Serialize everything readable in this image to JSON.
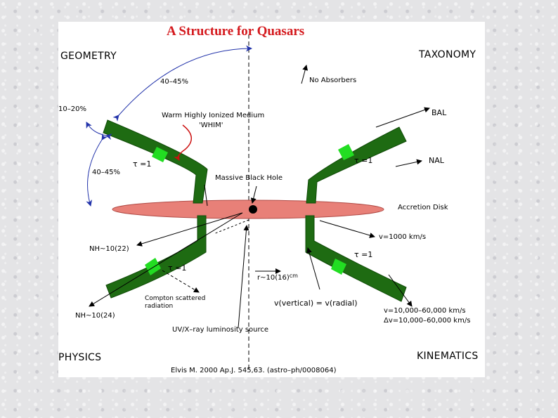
{
  "title": "A Structure for Quasars",
  "quadrants": {
    "top_left": "GEOMETRY",
    "top_right": "TAXONOMY",
    "bottom_left": "PHYSICS",
    "bottom_right": "KINEMATICS"
  },
  "geometry": {
    "angle_top": "40–45%",
    "angle_side": "10–20%",
    "angle_lower": "40–45%"
  },
  "taxonomy": {
    "no_absorbers": "No Absorbers",
    "bal": "BAL",
    "nal": "NAL"
  },
  "components": {
    "whim_line1": "Warm Highly Ionized Medium",
    "whim_line2": "'WHIM'",
    "black_hole": "Massive Black Hole",
    "accretion_disk": "Accretion Disk",
    "tau": "τ =1"
  },
  "physics": {
    "nh_upper": "NH~10(22)",
    "nh_lower": "NH~10(24)",
    "radius_prefix": "r~10(16)",
    "radius_unit": "cm",
    "compton_line1": "Compton scattered",
    "compton_line2": "radiation",
    "uv_source": "UV/X–ray luminosity source"
  },
  "kinematics": {
    "v_disk": "v=1000 km/s",
    "v_relation": "v(vertical) = v(radial)",
    "v_wind": "v=10,000–60,000 km/s",
    "dv_wind": "Δv=10,000–60,000 km/s"
  },
  "citation": "Elvis M. 2000 Ap.J. 545,63. (astro–ph/0008064)",
  "colors": {
    "background": "#e4e4e6",
    "figure": "#ffffff",
    "title": "#d4191d",
    "wind": "#1e6b12",
    "wind_dark": "#0f4a07",
    "tau_patch": "#22dd22",
    "disk": "#e88078",
    "disk_edge": "#b04a45",
    "geometry_arrows": "#2233aa",
    "whim_arrow": "#cc1111"
  }
}
